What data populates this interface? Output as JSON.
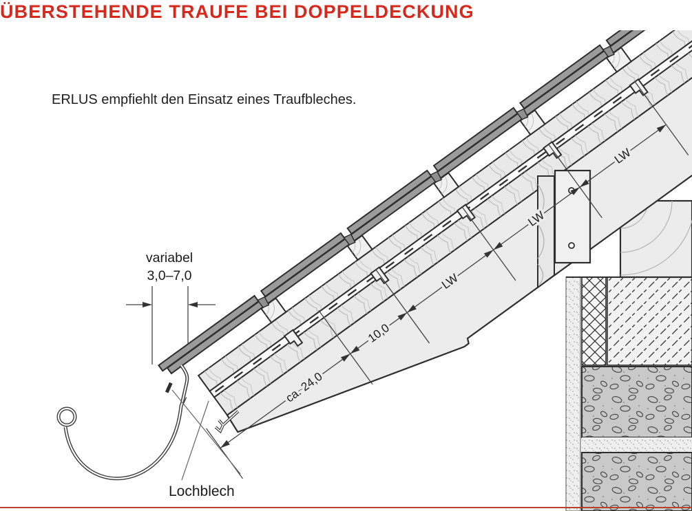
{
  "title": "ÜBERSTEHENDE TRAUFE BEI DOPPELDECKUNG",
  "subtitle": "ERLUS empfiehlt den Einsatz eines Traufbleches.",
  "dimensions": {
    "overhang_label": "variabel",
    "overhang_value": "3,0–7,0",
    "chain": [
      "ca. 24,0",
      "10,0"
    ],
    "lw_labels": [
      "LW",
      "LW",
      "LW"
    ]
  },
  "labels": {
    "lochblech": "Lochblech"
  },
  "colors": {
    "title_red": "#d7281c",
    "tile_gray": "#9b9b9b",
    "wood_light": "#ececec",
    "outline_dark": "#2e2e2e",
    "footer_line_red": "#b8402f",
    "concrete_gray": "#c9c9c9"
  }
}
